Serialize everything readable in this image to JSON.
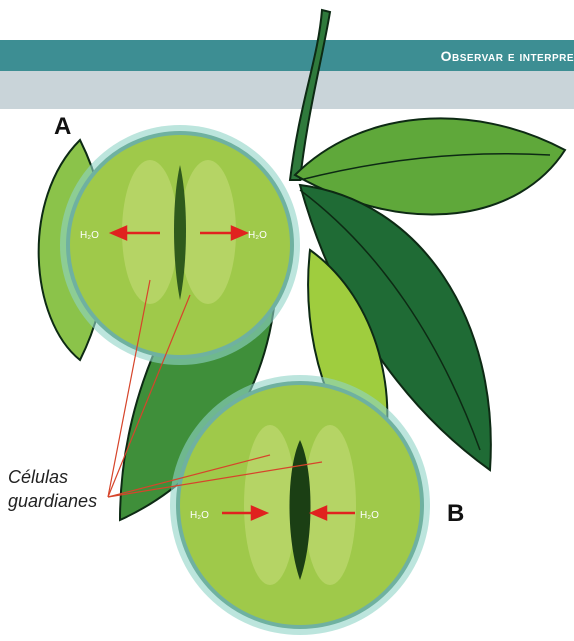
{
  "header": {
    "title": "Observar e interpre"
  },
  "labels": {
    "a": "A",
    "b": "B"
  },
  "caption": {
    "line1": "Células",
    "line2": "guardianes"
  },
  "molecules": {
    "h2o": "H₂O"
  },
  "colors": {
    "header_band": "#3d8e93",
    "sub_band": "#c9d4d9",
    "arrow": "#e0221f",
    "leaf_dark": "#1f6b35",
    "leaf_light": "#9fcd3e"
  }
}
